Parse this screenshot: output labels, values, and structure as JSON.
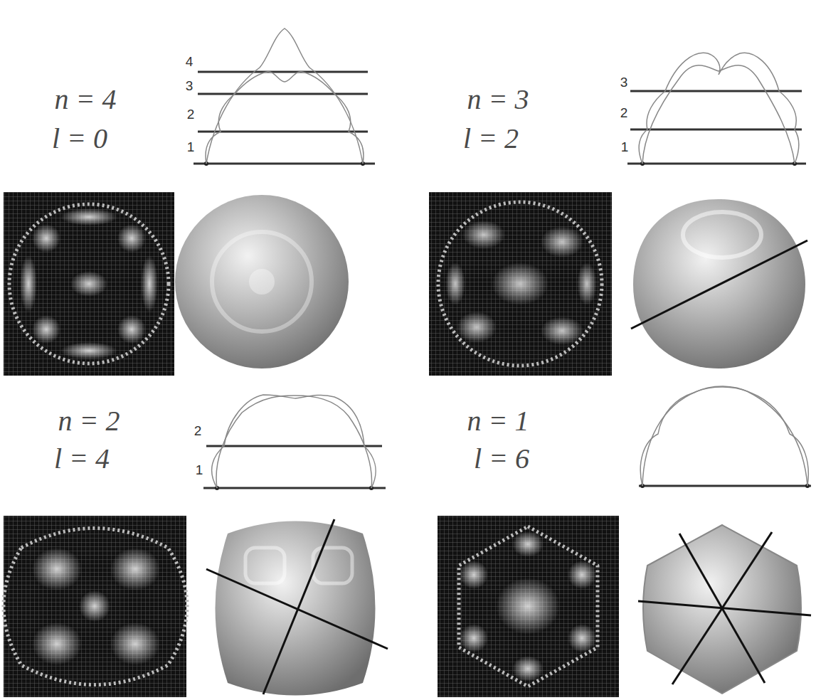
{
  "diagram": {
    "labels": [
      "n = 4",
      "l = 0",
      "4",
      "3",
      "2",
      "1",
      "n = 3",
      "l = 2",
      "3",
      "2",
      "1",
      "n = 2",
      "l = 4",
      "2",
      "1",
      "n = 1",
      "l = 6"
    ]
  }
}
